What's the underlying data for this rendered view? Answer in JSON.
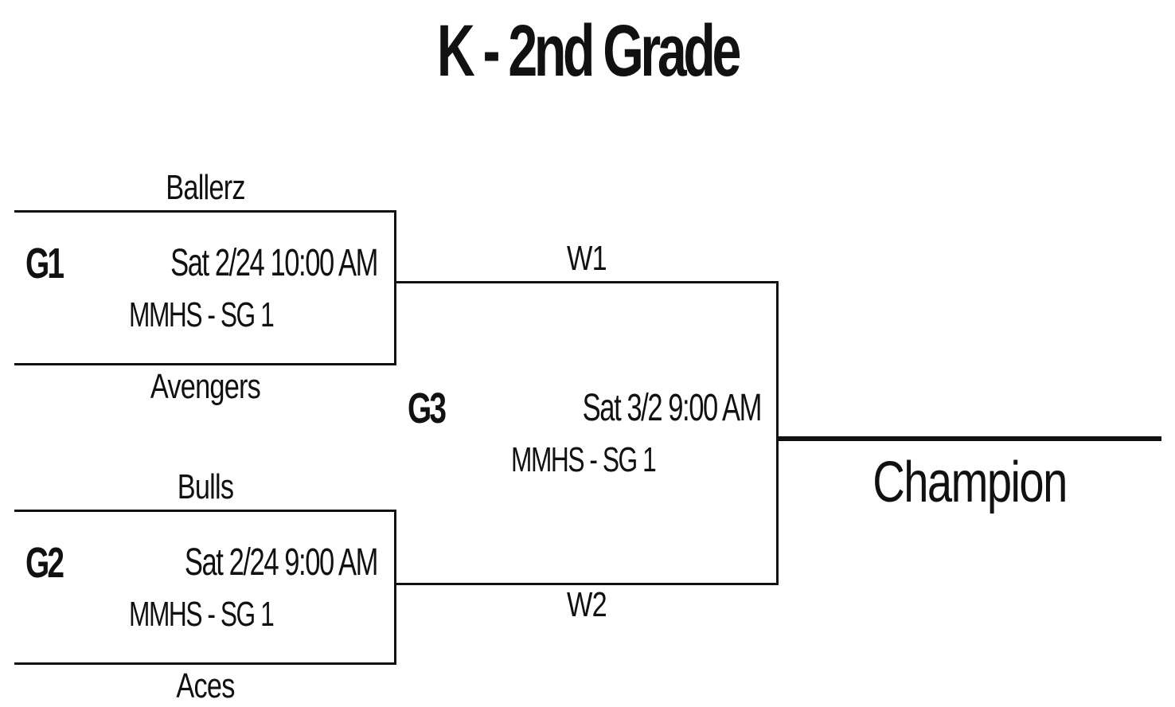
{
  "title": "K - 2nd Grade",
  "games": [
    {
      "id": "G1",
      "datetime": "Sat 2/24  10:00 AM",
      "location": "MMHS - SG 1",
      "top_team": "Ballerz",
      "bottom_team": "Avengers"
    },
    {
      "id": "G2",
      "datetime": "Sat 2/24  9:00 AM",
      "location": "MMHS - SG 1",
      "top_team": "Bulls",
      "bottom_team": "Aces"
    },
    {
      "id": "G3",
      "datetime": "Sat 3/2  9:00 AM",
      "location": "MMHS - SG 1",
      "top_team": "W1",
      "bottom_team": "W2"
    }
  ],
  "champion_label": "Champion"
}
